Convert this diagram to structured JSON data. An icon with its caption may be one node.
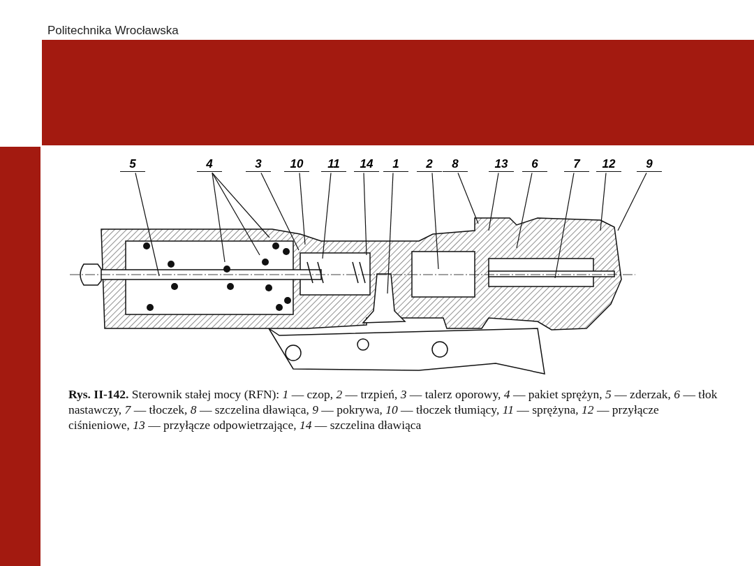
{
  "diagram": {
    "caption": "**Rys. II-142.** Sterownik stałej mocy (RFN): *1* — czop, *2* — trzpień, *3* — talerz oporowy, *4* — pakiet sprężyn, *5* — zderzak, *6* — tłok nastawczy, *7* — tłoczek, *8* — szczelina dławiąca, *9* — pokrywa, *10* — tłoczek tłumiący, *11* — sprężyna, *12* — przyłącze ciśnieniowe, *13* — przyłącze odpowietrzające, *14* — szczelina dławiąca",
    "nodes": [
      {
        "text": [
          "5"
        ]
      },
      {
        "text": [
          "4"
        ]
      },
      {
        "text": [
          "3"
        ]
      },
      {
        "text": [
          "10"
        ]
      },
      {
        "text": [
          "11"
        ]
      },
      {
        "text": [
          "14"
        ]
      },
      {
        "text": [
          "1"
        ]
      },
      {
        "text": [
          "2"
        ]
      },
      {
        "text": [
          "8"
        ]
      },
      {
        "text": [
          "13"
        ]
      },
      {
        "text": [
          "6"
        ]
      },
      {
        "text": [
          "7"
        ]
      },
      {
        "text": [
          "12"
        ]
      },
      {
        "text": [
          "9"
        ]
      }
    ],
    "edges": [
      {
        "from": 0,
        "to": null,
        "arrow": "none"
      },
      {
        "from": 1,
        "to": null,
        "arrow": "none"
      },
      {
        "from": 1,
        "to": null,
        "arrow": "none"
      },
      {
        "from": 1,
        "to": null,
        "arrow": "none"
      },
      {
        "from": 2,
        "to": null,
        "arrow": "none"
      },
      {
        "from": 3,
        "to": null,
        "arrow": "none"
      },
      {
        "from": 4,
        "to": null,
        "arrow": "none"
      },
      {
        "from": 5,
        "to": null,
        "arrow": "none"
      },
      {
        "from": 6,
        "to": null,
        "arrow": "none"
      },
      {
        "from": 7,
        "to": null,
        "arrow": "none"
      },
      {
        "from": 8,
        "to": null,
        "arrow": "none"
      },
      {
        "from": 9,
        "to": null,
        "arrow": "none"
      },
      {
        "from": 10,
        "to": null,
        "arrow": "none"
      },
      {
        "from": 11,
        "to": null,
        "arrow": "none"
      },
      {
        "from": 12,
        "to": null,
        "arrow": "none"
      },
      {
        "from": 13,
        "to": null,
        "arrow": "none"
      }
    ],
    "labels": [
      "Politechnika Wrocławska"
    ]
  }
}
